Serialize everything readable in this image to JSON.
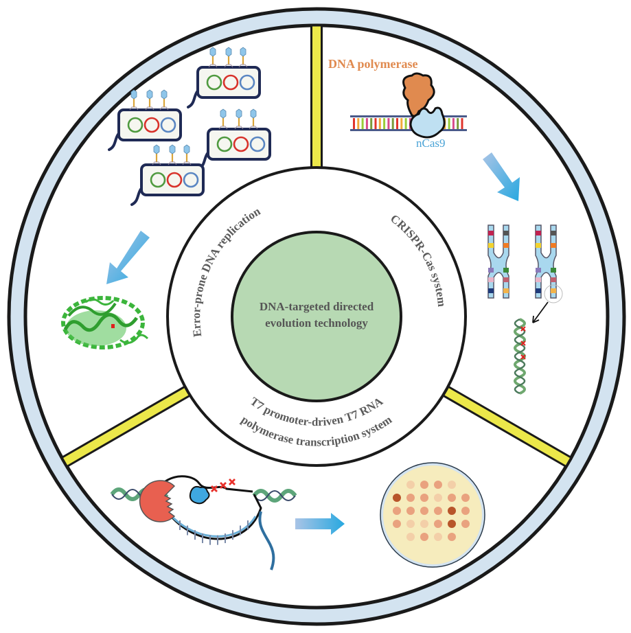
{
  "title": "DNA-targeted directed evolution technology",
  "center": {
    "line1": "DNA-targeted directed",
    "line2": "evolution technology"
  },
  "sections": [
    {
      "id": "error-prone",
      "label": "Error-prone DNA replication"
    },
    {
      "id": "crispr",
      "label": "CRISPR-Cas system"
    },
    {
      "id": "t7",
      "line1": "T7 promoter-driven T7 RNA",
      "line2": "polymerase transcription system"
    }
  ],
  "crispr_panel": {
    "enzyme_label": "DNA polymerase",
    "cas_label": "nCas9"
  },
  "colors": {
    "outer_ring_fill": "#d3e3f0",
    "ring_stroke": "#1a1a1a",
    "spoke_fill": "#ece84a",
    "center_fill": "#b7d9b3",
    "text_gray": "#555555",
    "polymerase_orange": "#e08a4f",
    "cas_blue": "#4aa3d6",
    "arrow_blue": "#3aa9e0",
    "petri_fill": "#f6ecbd",
    "protein_green": "#3cb53c"
  }
}
